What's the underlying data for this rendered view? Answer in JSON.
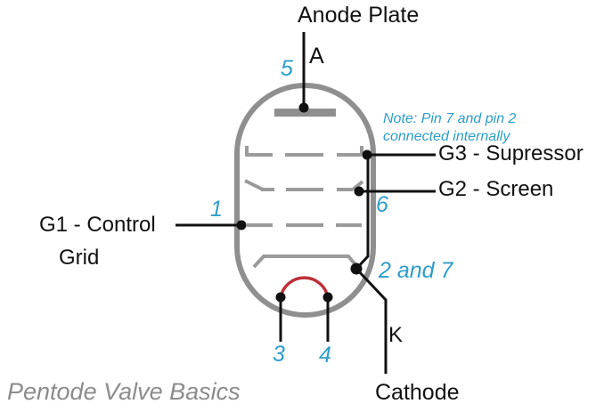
{
  "labels": {
    "anode_plate": "Anode Plate",
    "anode_symbol": "A",
    "g3_suppressor": "G3 - Supressor",
    "g2_screen": "G2 - Screen",
    "g1_control_line1": "G1 - Control",
    "g1_control_line2": "Grid",
    "cathode_symbol": "K",
    "cathode": "Cathode"
  },
  "pin_numbers": {
    "anode": "5",
    "control_grid": "1",
    "screen_grid": "6",
    "suppressor_cathode": "2 and 7",
    "heater_left": "3",
    "heater_right": "4"
  },
  "note": {
    "line1": "Note: Pin 7 and pin 2",
    "line2": "connected internally"
  },
  "footer": {
    "caption": "Pentode Valve Basics"
  },
  "colors": {
    "pin_blue": "#2E9EC9",
    "heater_red": "#BE3038",
    "envelope_gray": "#8F8F8F",
    "grid_gray": "#9A9A9A",
    "line_black": "#111111",
    "caption_gray": "#8C8C8C"
  }
}
